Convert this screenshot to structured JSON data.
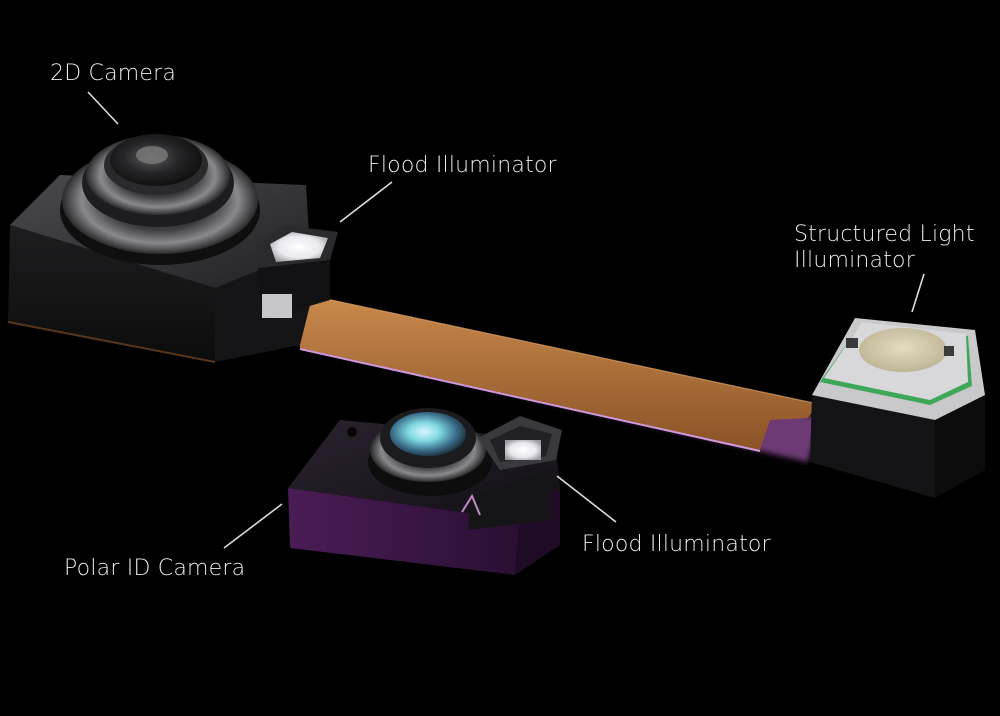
{
  "labels": {
    "camera_2d": "2D Camera",
    "flood_top": "Flood Illuminator",
    "structured_line1": "Structured Light",
    "structured_line2": "Illuminator",
    "polar_id": "Polar ID Camera",
    "flood_bottom": "Flood Illuminator"
  },
  "colors": {
    "background": "#000000",
    "label_text": "#ececec",
    "leader_line": "#dcdcdc",
    "flex_cable": "#b8743a",
    "magenta_glow": "#c86bd6",
    "module_purple": "#3a1742",
    "lens_cyan": "#7fd8e0",
    "green_pcb": "#2fa34a"
  }
}
